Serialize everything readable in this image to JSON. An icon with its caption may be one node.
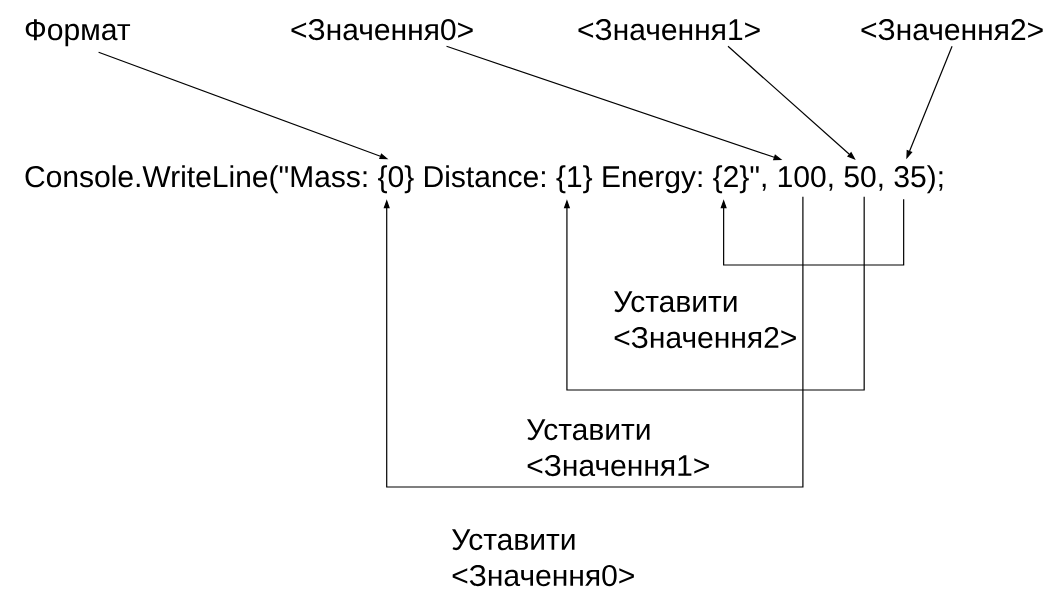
{
  "diagram": {
    "nodes": [
      {
        "text": [
          "Формат"
        ]
      },
      {
        "text": [
          "<Значення0>"
        ]
      },
      {
        "text": [
          "<Значення1>"
        ]
      },
      {
        "text": [
          "<Значення2>"
        ]
      },
      {
        "text": [
          "Console.WriteLine(\"Mass:"
        ]
      },
      {
        "text": [
          "{0}"
        ]
      },
      {
        "text": [
          "Distance:"
        ]
      },
      {
        "text": [
          "{1}"
        ]
      },
      {
        "text": [
          "Energy:"
        ]
      },
      {
        "text": [
          "{2}"
        ]
      },
      {
        "text": [
          "\","
        ]
      },
      {
        "text": [
          "100,"
        ]
      },
      {
        "text": [
          "50,"
        ]
      },
      {
        "text": [
          "35);"
        ]
      }
    ],
    "edges": [
      {
        "from": 0,
        "to": 5,
        "arrow": "to"
      },
      {
        "from": 1,
        "to": 11,
        "arrow": "to"
      },
      {
        "from": 2,
        "to": 12,
        "arrow": "to"
      },
      {
        "from": 3,
        "to": 13,
        "arrow": "to"
      },
      {
        "from": 13,
        "to": 9,
        "arrow": "to",
        "label": "Уставити <Значення2>"
      },
      {
        "from": 12,
        "to": 7,
        "arrow": "to",
        "label": "Уставити <Значення1>"
      },
      {
        "from": 11,
        "to": 5,
        "arrow": "to",
        "label": "Уставити <Значення0>"
      }
    ]
  }
}
